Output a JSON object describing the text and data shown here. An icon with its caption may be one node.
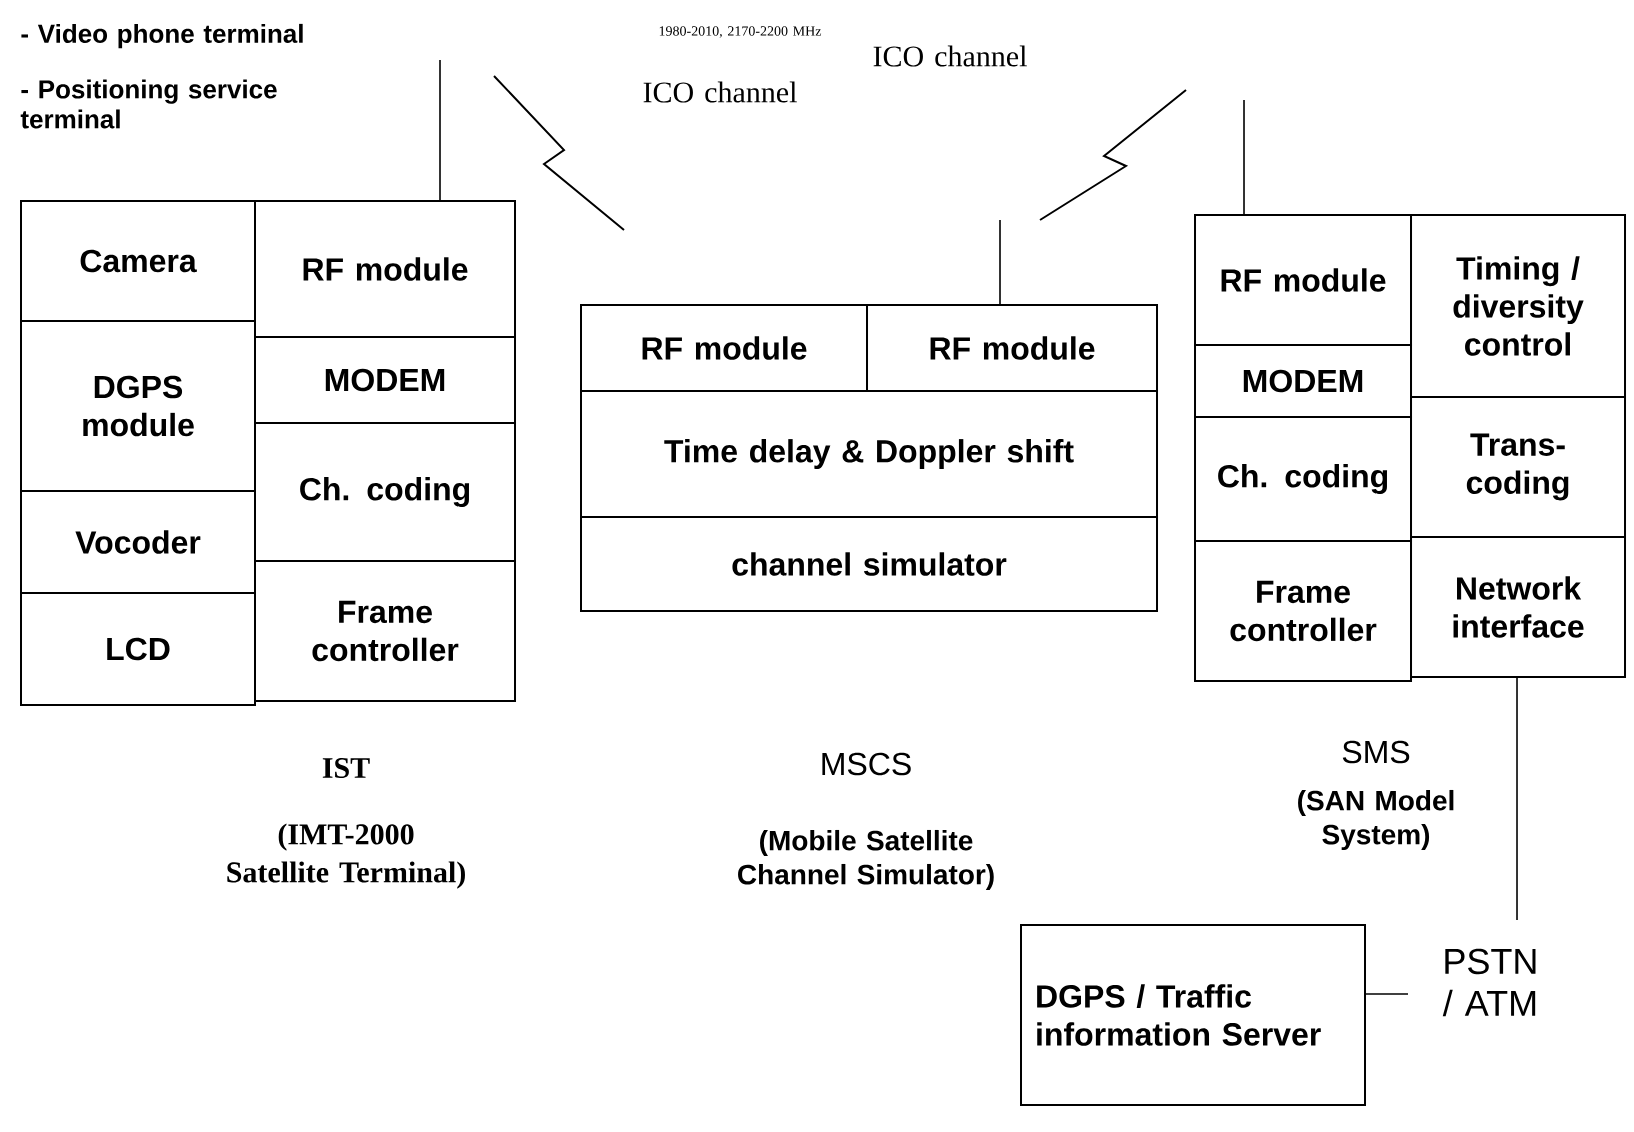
{
  "diagram": {
    "nodes": [
      {
        "text": [
          "Camera"
        ]
      },
      {
        "text": [
          "RF module"
        ]
      },
      {
        "text": [
          "DGPS module"
        ]
      },
      {
        "text": [
          "MODEM"
        ]
      },
      {
        "text": [
          "Vocoder"
        ]
      },
      {
        "text": [
          "Ch. coding"
        ]
      },
      {
        "text": [
          "LCD"
        ]
      },
      {
        "text": [
          "Frame controller"
        ]
      },
      {
        "text": [
          "RF module"
        ]
      },
      {
        "text": [
          "RF module"
        ]
      },
      {
        "text": [
          "Time delay & Doppler shift"
        ]
      },
      {
        "text": [
          "channel simulator"
        ]
      },
      {
        "text": [
          "RF module"
        ]
      },
      {
        "text": [
          "Timing / diversity control"
        ]
      },
      {
        "text": [
          "MODEM"
        ]
      },
      {
        "text": [
          "Trans-coding"
        ]
      },
      {
        "text": [
          "Ch. coding"
        ]
      },
      {
        "text": [
          "Frame controller"
        ]
      },
      {
        "text": [
          "Network interface"
        ]
      },
      {
        "text": [
          "DGPS / Traffic information Server"
        ]
      },
      {
        "text": [
          "PSTN / ATM"
        ]
      }
    ],
    "edges": [
      {
        "from": 18,
        "to": 20,
        "arrow": "none"
      },
      {
        "from": 19,
        "to": 20,
        "arrow": "none"
      }
    ],
    "labels": [
      "- Video phone terminal",
      "- Positioning service terminal",
      "1980-2010, 2170-2200 MHz",
      "ICO channel",
      "ICO channel",
      "IST",
      "(IMT-2000 Satellite Terminal)",
      "MSCS",
      "(Mobile Satellite Channel Simulator)",
      "SMS",
      "(SAN Model System)"
    ]
  }
}
